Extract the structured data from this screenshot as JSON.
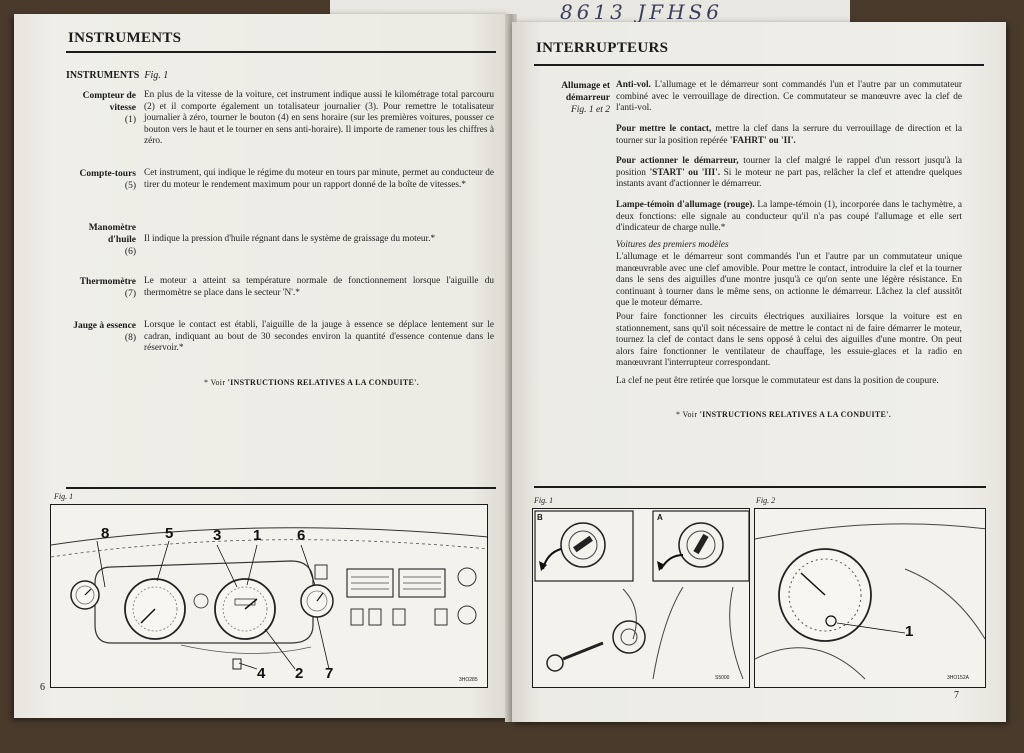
{
  "background": {
    "handwriting": "8613 JFHS6"
  },
  "left_page": {
    "heading": "INSTRUMENTS",
    "subheading": "INSTRUMENTS",
    "fig_ref": "Fig. 1",
    "items": [
      {
        "label": "Compteur de vitesse",
        "number": "(1)",
        "text": "En plus de la vitesse de la voiture, cet instrument indique aussi le kilométrage total parcouru (2) et il comporte également un totalisateur journalier (3). Pour remettre le totalisateur journalier à zéro, tourner le bouton (4) en sens horaire (sur les premières voitures, pousser ce bouton vers le haut et le tourner en sens anti-horaire). Il importe de ramener tous les chiffres à zéro."
      },
      {
        "label": "Compte-tours",
        "number": "(5)",
        "text": "Cet instrument, qui indique le régime du moteur en tours par minute, permet au conducteur de tirer du moteur le rendement maximum pour un rapport donné de la boîte de vitesses.*"
      },
      {
        "label": "Manomètre d'huile",
        "number": "(6)",
        "text": "Il indique la pression d'huile régnant dans le système de graissage du moteur.*"
      },
      {
        "label": "Thermomètre",
        "number": "(7)",
        "text": "Le moteur a atteint sa température normale de fonctionnement lorsque l'aiguille du thermomètre se place dans le secteur 'N'.*"
      },
      {
        "label": "Jauge à essence",
        "number": "(8)",
        "text": "Lorsque le contact est établi, l'aiguille de la jauge à essence se déplace lentement sur le cadran, indiquant au bout de 30 secondes environ la quantité d'essence contenue dans le réservoir.*"
      }
    ],
    "note_prefix": "* Voir",
    "note_ref": "'INSTRUCTIONS RELATIVES A LA CONDUITE'.",
    "figure": {
      "label": "Fig. 1",
      "callouts_top": [
        "8",
        "5",
        "3",
        "1",
        "6"
      ],
      "callouts_bottom": [
        "4",
        "2",
        "7"
      ],
      "ref_code": "3HO285"
    },
    "page_number": "6"
  },
  "right_page": {
    "heading": "INTERRUPTEURS",
    "side_label": "Allumage et démarreur",
    "side_fig": "Fig. 1 et 2",
    "p1_bold": "Anti-vol.",
    "p1_text": "L'allumage et le démarreur sont commandés l'un et l'autre par un commutateur combiné avec le verrouillage de direction. Ce commutateur se manœuvre avec la clef de l'anti-vol.",
    "p2_bold": "Pour mettre le contact,",
    "p2_text": "mettre la clef dans la serrure du verrouillage de direction et la tourner sur la position repérée",
    "p2_pos": "'FAHRT' ou 'II'.",
    "p3_bold": "Pour actionner le démarreur,",
    "p3_text_a": "tourner la clef malgré le rappel d'un ressort jusqu'à la position",
    "p3_pos": "'START' ou 'III'.",
    "p3_text_b": "Si le moteur ne part pas, relâcher la clef et attendre quelques instants avant d'actionner le démarreur.",
    "p4_bold": "Lampe-témoin d'allumage (rouge).",
    "p4_text": "La lampe-témoin (1), incorporée dans le tachymètre, a deux fonctions: elle signale au conducteur qu'il n'a pas coupé l'allumage et elle sert d'indicateur de charge nulle.*",
    "early_title": "Voitures des premiers modèles",
    "early_text": "L'allumage et le démarreur sont commandés l'un et l'autre par un commutateur unique manœuvrable avec une clef amovible. Pour mettre le contact, introduire la clef et la tourner dans le sens des aiguilles d'une montre jusqu'à ce qu'on sente une légère résistance. En continuant à tourner dans le même sens, on actionne le démarreur. Lâchez la clef aussitôt que le moteur démarre.",
    "p5_text": "Pour faire fonctionner les circuits électriques auxiliaires lorsque la voiture est en stationnement, sans qu'il soit nécessaire de mettre le contact ni de faire démarrer le moteur, tournez la clef de contact dans le sens opposé à celui des aiguilles d'une montre. On peut alors faire fonctionner le ventilateur de chauffage, les essuie-glaces et la radio en manœuvrant l'interrupteur correspondant.",
    "p6_text": "La clef ne peut être retirée que lorsque le commutateur est dans la position de coupure.",
    "note_prefix": "* Voir",
    "note_ref": "'INSTRUCTIONS RELATIVES A LA CONDUITE'.",
    "fig1": {
      "label": "Fig. 1",
      "corner_b": "B",
      "corner_a": "A",
      "ref_code": "S5000"
    },
    "fig2": {
      "label": "Fig. 2",
      "callout": "1",
      "ref_code": "3HO152A"
    },
    "page_number": "7"
  }
}
